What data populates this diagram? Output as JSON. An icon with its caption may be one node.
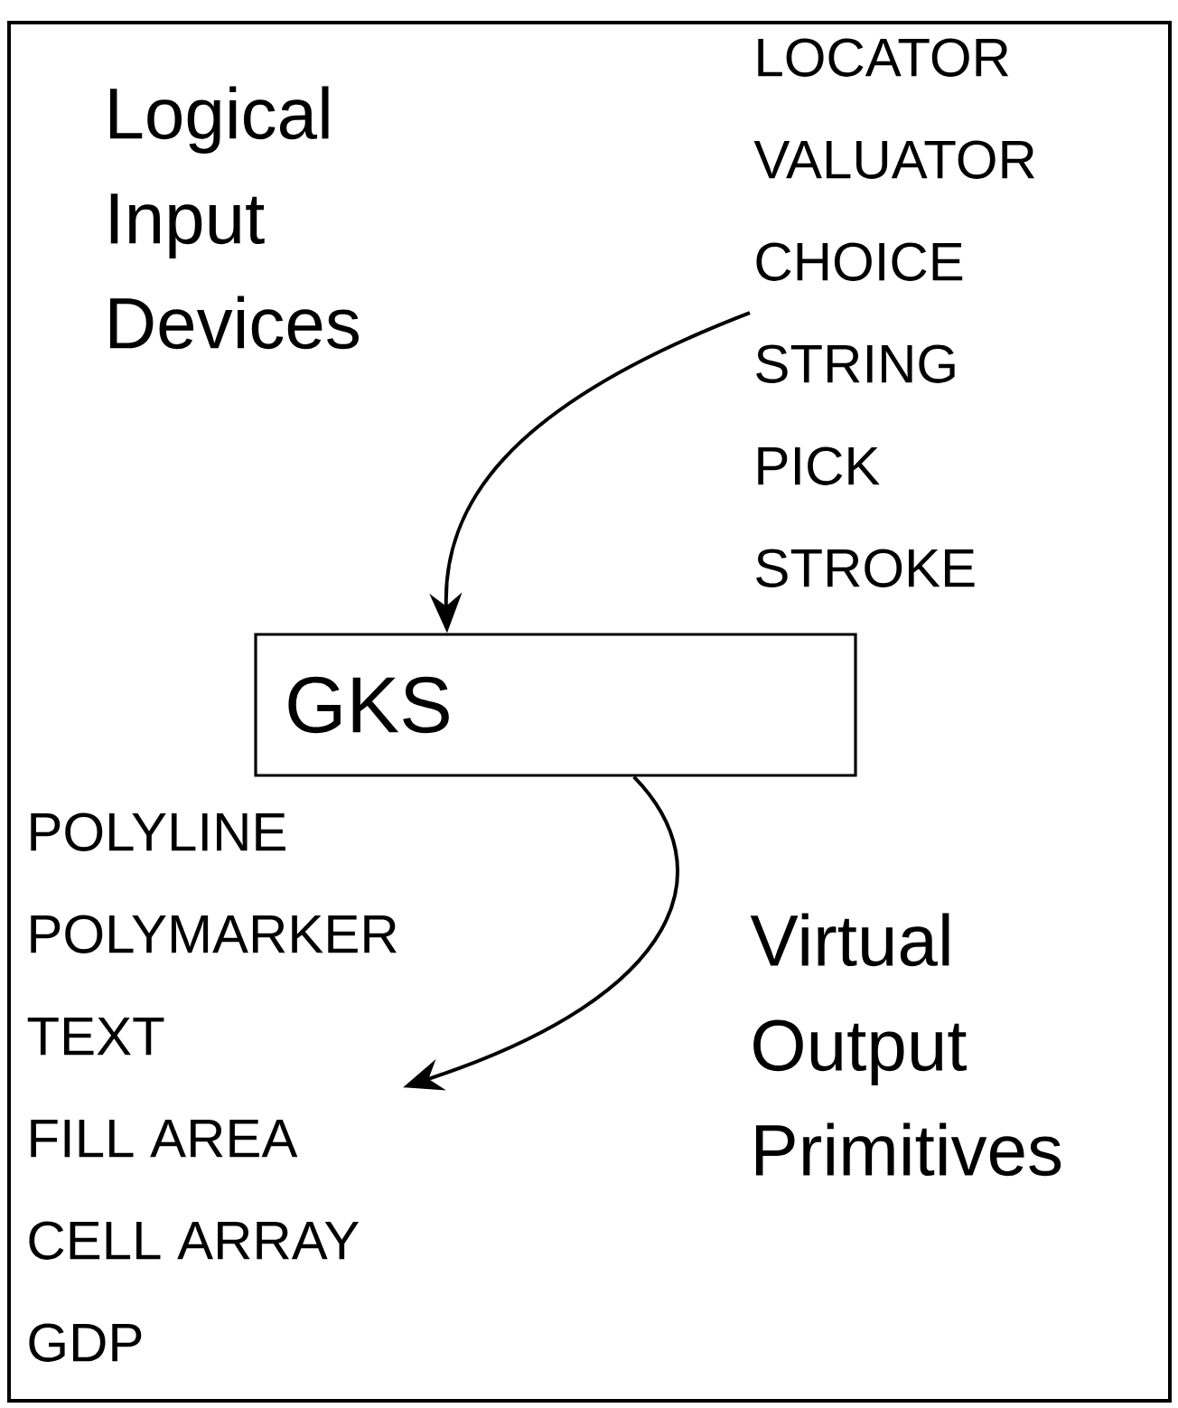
{
  "diagram": {
    "nodes": [
      {
        "text": [
          "LOCATOR",
          "VALUATOR",
          "CHOICE",
          "STRING",
          "PICK",
          "STROKE"
        ]
      },
      {
        "text": [
          "GKS"
        ]
      },
      {
        "text": [
          "POLYLINE",
          "POLYMARKER",
          "TEXT",
          "FILL AREA",
          "CELL ARRAY",
          "GDP"
        ]
      }
    ],
    "edges": [
      {
        "from": 0,
        "to": 1,
        "arrow": "to"
      },
      {
        "from": 1,
        "to": 2,
        "arrow": "to"
      }
    ],
    "labels": [
      "Logical Input Devices",
      "Virtual Output Primitives"
    ]
  }
}
